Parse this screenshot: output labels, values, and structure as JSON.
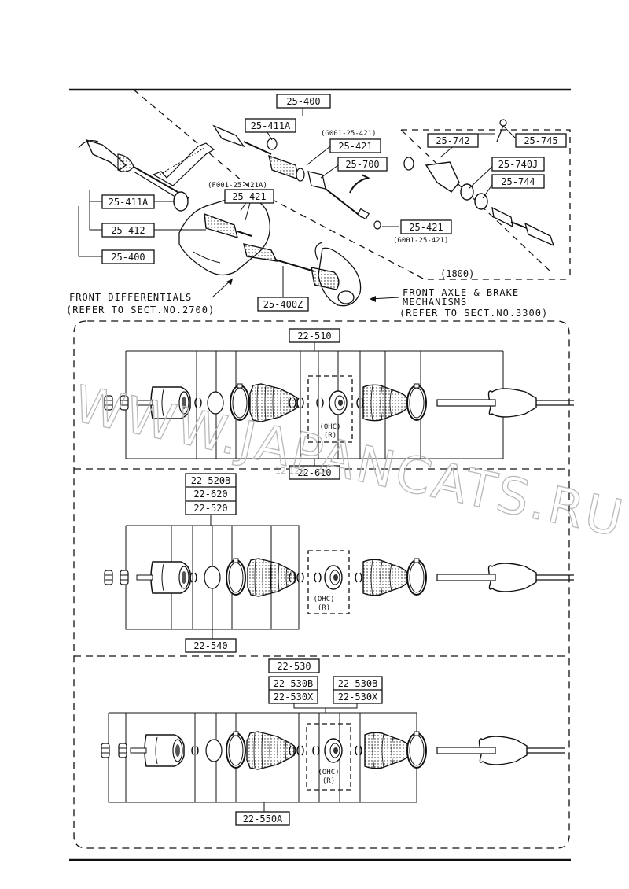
{
  "upper": {
    "parts": {
      "p_25_400_top": "25-400",
      "p_25_411a_top": "25-411A",
      "p_25_421_a": "25-421",
      "p_25_700": "25-700",
      "p_25_742": "25-742",
      "p_25_745": "25-745",
      "p_25_740j": "25-740J",
      "p_25_744": "25-744",
      "p_25_421_b": "25-421",
      "p_25_421_c": "25-421",
      "p_25_411a_left": "25-411A",
      "p_25_412": "25-412",
      "p_25_400_left": "25-400",
      "p_25_400z": "25-400Z"
    },
    "refs": {
      "g001_a": "(G001-25-421)",
      "f001": "(F001-25-421A)",
      "g001_b": "(G001-25-421)",
      "model_1800": "(1800)"
    },
    "notes": {
      "diff_line1": "FRONT DIFFERENTIALS",
      "diff_line2": "(REFER TO SECT.NO.2700)",
      "axle_line1": "FRONT AXLE & BRAKE",
      "axle_line2": "MECHANISMS",
      "axle_line3": "(REFER TO SECT.NO.3300)"
    }
  },
  "panels": [
    {
      "top_label": "22-510",
      "bottom_label": "22-610",
      "ohc_label": "(OHC)",
      "r_label": "(R)"
    },
    {
      "top_labels": [
        "22-520B",
        "22-620",
        "22-520"
      ],
      "bottom_label": "22-540",
      "ohc_label": "(OHC)",
      "r_label": "(R)"
    },
    {
      "top_label": "22-530",
      "left_labels": [
        "22-530B",
        "22-530X"
      ],
      "right_labels": [
        "22-530B",
        "22-530X"
      ],
      "bottom_label": "22-550A",
      "ohc_label": "(OHC)",
      "r_label": "(R)"
    }
  ],
  "watermark": {
    "text": "WWW.JAPANCATS.RU",
    "small": "12  126"
  },
  "colors": {
    "ink": "#111111",
    "watermark": "#b9b9b9"
  }
}
